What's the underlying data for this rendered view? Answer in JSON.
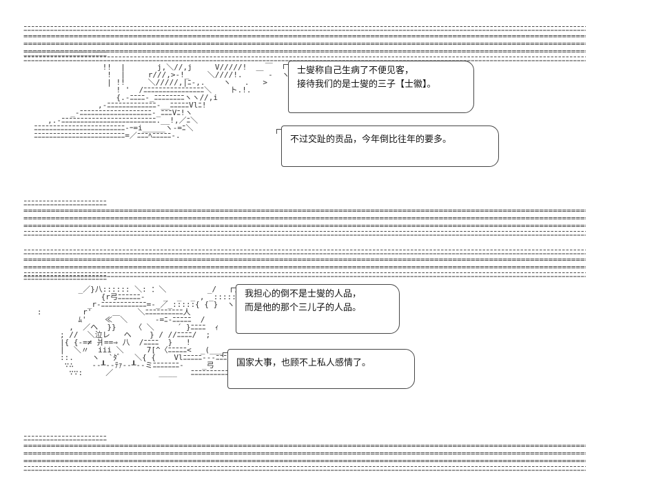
{
  "panel1": {
    "bubbles": [
      {
        "lines": [
          "士燮称自己生病了不便见客，",
          "接待我们的是士燮的三子【士徽】。"
        ]
      },
      {
        "lines": [
          "不过交趾的贡品，今年倒比往年的要多。"
        ]
      }
    ]
  },
  "panel2": {
    "bubbles": [
      {
        "lines": [
          "我担心的倒不是士燮的人品，",
          "而是他的那个三儿子的人品。"
        ]
      },
      {
        "lines": [
          "国家大事，也顾不上私人感情了。"
        ]
      }
    ]
  }
}
